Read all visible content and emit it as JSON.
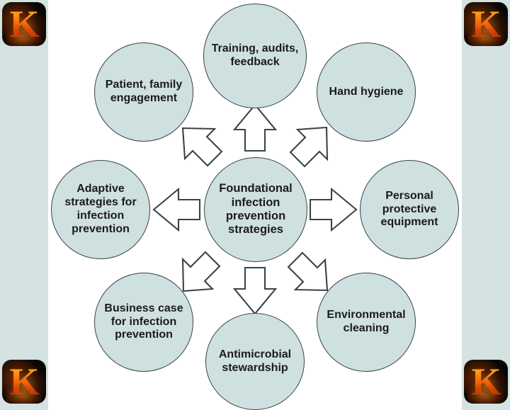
{
  "figure": {
    "title": "Foundational infection prevention strategies",
    "background_color": "#ffffff",
    "edge_band_color": "#d5e2e2",
    "node_fill_color": "#cfe0e0",
    "node_stroke_color": "#3a4446",
    "arrow_fill_color": "#ffffff",
    "arrow_stroke_color": "#3a4446"
  },
  "watermarks": [
    {
      "name": "k-logo-top-left",
      "letter": "K"
    },
    {
      "name": "k-logo-top-right",
      "letter": "K"
    },
    {
      "name": "k-logo-bottom-left",
      "letter": "K"
    },
    {
      "name": "k-logo-bottom-right",
      "letter": "K"
    }
  ],
  "center": {
    "label": "Foundational infection prevention strategies",
    "lines": [
      "Foundational",
      "infection",
      "prevention",
      "strategies"
    ]
  },
  "nodes": [
    {
      "id": "training-audits-feedback",
      "label": "Training, audits, feedback",
      "lines": [
        "Training, audits,",
        "feedback"
      ],
      "position": "top"
    },
    {
      "id": "hand-hygiene",
      "label": "Hand hygiene",
      "lines": [
        "Hand hygiene"
      ],
      "position": "top-right"
    },
    {
      "id": "personal-protective-equipment",
      "label": "Personal protective equipment",
      "lines": [
        "Personal",
        "protective",
        "equipment"
      ],
      "position": "right"
    },
    {
      "id": "environmental-cleaning",
      "label": "Environmental cleaning",
      "lines": [
        "Environmental",
        "cleaning"
      ],
      "position": "bottom-right"
    },
    {
      "id": "antimicrobial-stewardship",
      "label": "Antimicrobial stewardship",
      "lines": [
        "Antimicrobial",
        "stewardship"
      ],
      "position": "bottom"
    },
    {
      "id": "business-case-for-infection-prevention",
      "label": "Business case for infection prevention",
      "lines": [
        "Business case",
        "for infection",
        "prevention"
      ],
      "position": "bottom-left"
    },
    {
      "id": "adaptive-strategies-for-infection-prevention",
      "label": "Adaptive strategies for infection prevention",
      "lines": [
        "Adaptive",
        "strategies for",
        "infection",
        "prevention"
      ],
      "position": "left"
    },
    {
      "id": "patient-family-engagement",
      "label": "Patient, family engagement",
      "lines": [
        "Patient, family",
        "engagement"
      ],
      "position": "top-left"
    }
  ],
  "arrows": [
    {
      "id": "arrow-up",
      "direction": "up",
      "points_to": "training-audits-feedback"
    },
    {
      "id": "arrow-up-right",
      "direction": "up-right",
      "points_to": "hand-hygiene"
    },
    {
      "id": "arrow-right",
      "direction": "right",
      "points_to": "personal-protective-equipment"
    },
    {
      "id": "arrow-down-right",
      "direction": "down-right",
      "points_to": "environmental-cleaning"
    },
    {
      "id": "arrow-down",
      "direction": "down",
      "points_to": "antimicrobial-stewardship"
    },
    {
      "id": "arrow-down-left",
      "direction": "down-left",
      "points_to": "business-case-for-infection-prevention"
    },
    {
      "id": "arrow-left",
      "direction": "left",
      "points_to": "adaptive-strategies-for-infection-prevention"
    },
    {
      "id": "arrow-up-left",
      "direction": "up-left",
      "points_to": "patient-family-engagement"
    }
  ]
}
